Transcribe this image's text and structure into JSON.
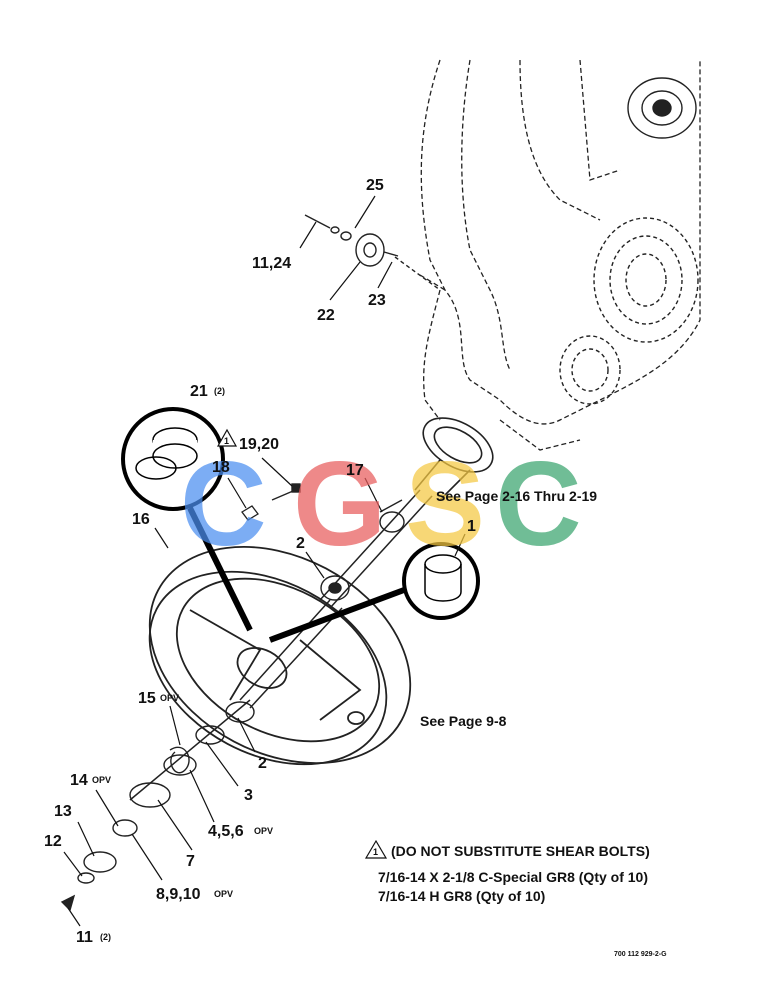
{
  "callouts": {
    "c25": "25",
    "c11_24": "11,24",
    "c22": "22",
    "c23": "23",
    "c21": "21",
    "c21_qty": "(2)",
    "c19_20": "19,20",
    "c18": "18",
    "c17": "17",
    "c16": "16",
    "c2a": "2",
    "c1": "1",
    "c15": "15",
    "c15_opv": "OPV",
    "c2b": "2",
    "c3": "3",
    "c14": "14",
    "c14_opv": "OPV",
    "c13": "13",
    "c456": "4,5,6",
    "c456_opv": "OPV",
    "c12": "12",
    "c7": "7",
    "c8910": "8,9,10",
    "c8910_opv": "OPV",
    "c11": "11",
    "c11_qty": "(2)"
  },
  "references": {
    "see_2_16": "See Page 2-16 Thru 2-19",
    "see_9_8": "See Page 9-8"
  },
  "notes": {
    "warning_symbol": "1",
    "warning": "(DO NOT SUBSTITUTE SHEAR BOLTS)",
    "line1": "7/16-14 X 2-1/8 C-Special GR8 (Qty of 10)",
    "line2": "7/16-14 H GR8 (Qty of 10)"
  },
  "triangle_marker": "1",
  "drawing_number": "700 112 929-2-G",
  "watermark": {
    "letters": [
      "C",
      "G",
      "S",
      "C"
    ],
    "colors": [
      "#4a8ef0",
      "#e85c5c",
      "#f5c842",
      "#3aa56e"
    ]
  }
}
